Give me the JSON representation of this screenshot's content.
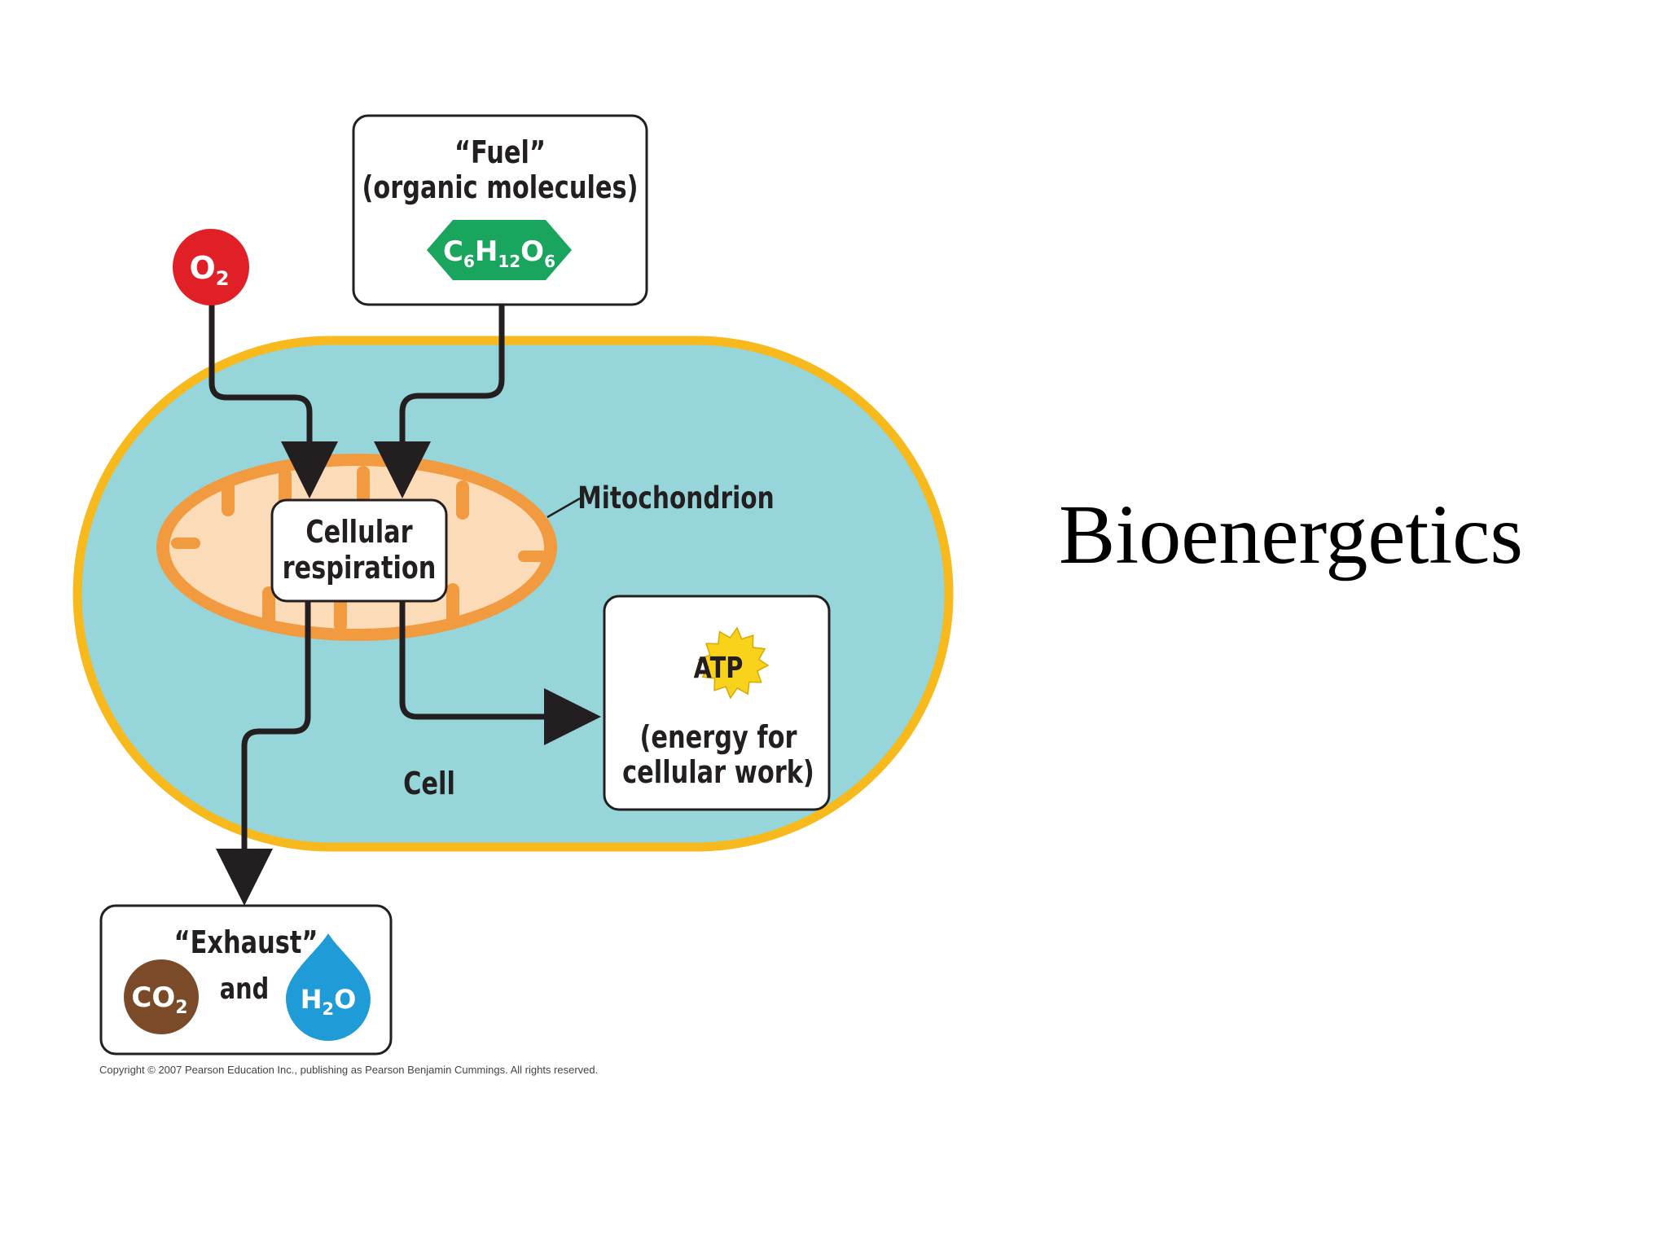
{
  "slide": {
    "title": "Bioenergetics"
  },
  "diagram": {
    "fuel": {
      "title": "“Fuel”",
      "subtitle": "(organic molecules)",
      "formula": {
        "c": "C",
        "c_sub": "6",
        "h": "H",
        "h_sub": "12",
        "o": "O",
        "o_sub": "6"
      }
    },
    "oxygen": {
      "symbol": "O",
      "sub": "2"
    },
    "mitochondrion_label": "Mitochondrion",
    "respiration": {
      "line1": "Cellular",
      "line2": "respiration"
    },
    "cell_label": "Cell",
    "atp": {
      "badge": "ATP",
      "line1": "(energy for",
      "line2": "cellular work)"
    },
    "exhaust": {
      "title": "“Exhaust”",
      "connector": "and",
      "co2": {
        "symbol": "CO",
        "sub": "2"
      },
      "h2o": {
        "h": "H",
        "h_sub": "2",
        "o": "O"
      }
    },
    "copyright": "Copyright © 2007 Pearson Education Inc., publishing as Pearson Benjamin Cummings. All rights reserved."
  },
  "colors": {
    "cell_fill": "#96d5d9",
    "cell_border": "#f7b91b",
    "mito_outer": "#f29a3f",
    "mito_inner": "#fcdcb8",
    "oxygen": "#e01f26",
    "glucose": "#1aa55f",
    "atp_star": "#f9d21c",
    "co2": "#7b4a28",
    "h2o": "#1f9bd7",
    "arrow": "#231f20"
  }
}
